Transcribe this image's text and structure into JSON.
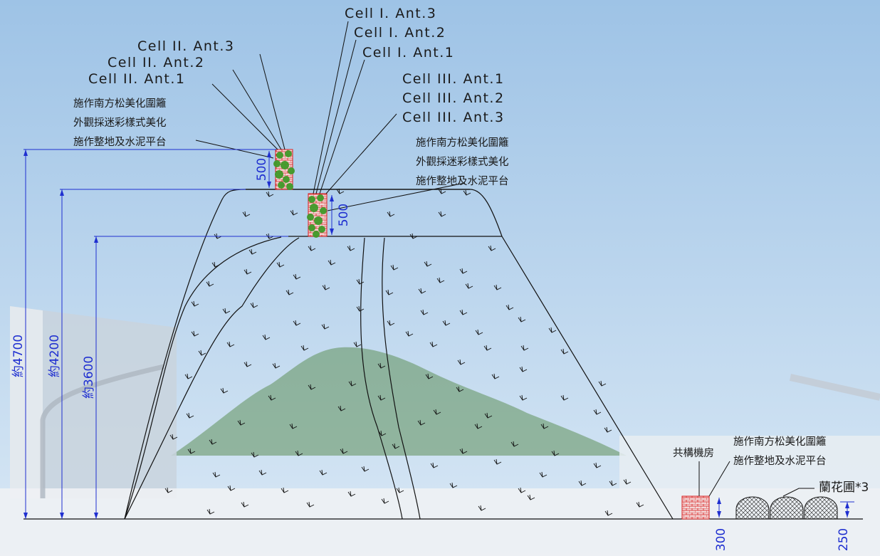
{
  "colors": {
    "sky_top": "#9ec3e6",
    "sky_bottom": "#d9e8f5",
    "dimension": "#1f2fd0",
    "linework": "#111111",
    "marker": "#d81e1e",
    "foliage": "#3f9a2a"
  },
  "antenna_labels": {
    "cell1_ant3": "Cell I. Ant.3",
    "cell1_ant2": "Cell I. Ant.2",
    "cell1_ant1": "Cell I. Ant.1",
    "cell2_ant3": "Cell II. Ant.3",
    "cell2_ant2": "Cell II. Ant.2",
    "cell2_ant1": "Cell II. Ant.1",
    "cell3_ant1": "Cell III. Ant.1",
    "cell3_ant2": "Cell III. Ant.2",
    "cell3_ant3": "Cell III. Ant.3"
  },
  "notes_top_left": [
    "施作南方松美化圍籬",
    "外觀採迷彩樣式美化",
    "施作整地及水泥平台"
  ],
  "notes_top_right": [
    "施作南方松美化圍籬",
    "外觀採迷彩樣式美化",
    "施作整地及水泥平台"
  ],
  "notes_bottom_right": [
    "施作南方松美化圍籬",
    "施作整地及水泥平台"
  ],
  "equipment_room": "共構機房",
  "orchid_garden": "蘭花圃*3",
  "dimensions": {
    "total_height": "約4700",
    "upper_terrace": "約4200",
    "lower_terrace": "約3600",
    "pole_upper": "500",
    "pole_lower": "500",
    "room_height": "300",
    "garden_height": "250"
  }
}
